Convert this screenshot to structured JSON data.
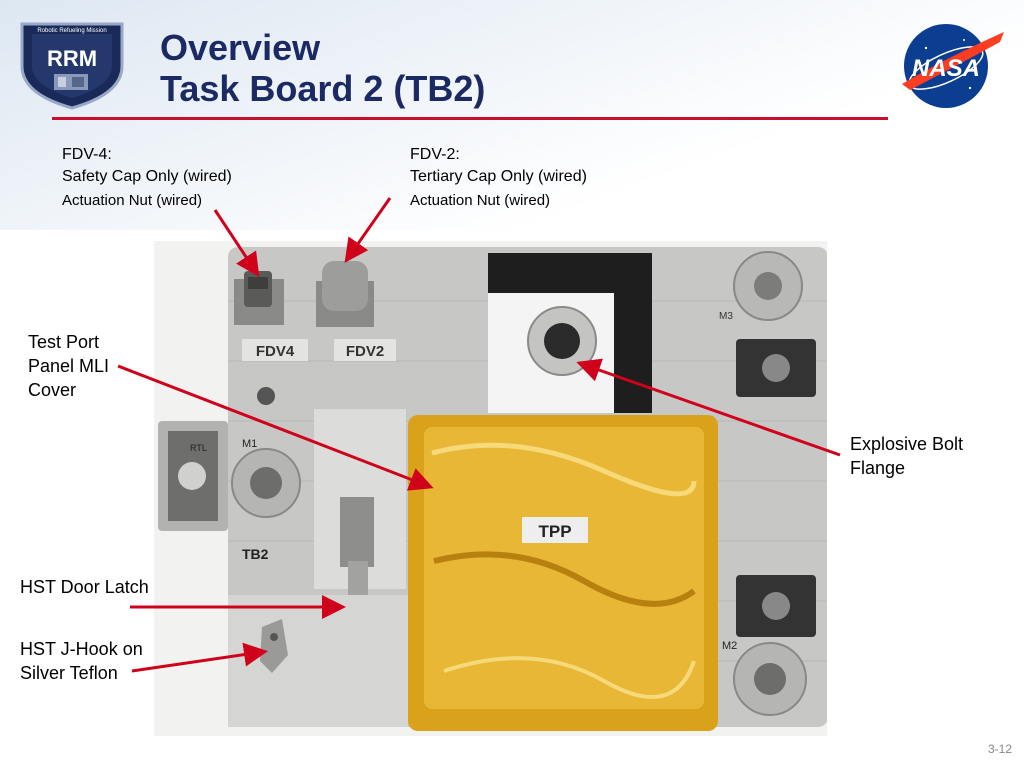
{
  "title": {
    "line1": "Overview",
    "line2": "Task Board 2 (TB2)"
  },
  "logos": {
    "rrm": {
      "name": "RRM",
      "ring_text": "Robotic Refueling Mission"
    },
    "nasa": {
      "name": "NASA"
    }
  },
  "callouts": {
    "fdv4": {
      "line1": "FDV-4:",
      "line2": "Safety Cap Only (wired)",
      "line3": "Actuation Nut (wired)"
    },
    "fdv2": {
      "line1": "FDV-2:",
      "line2": "Tertiary Cap Only (wired)",
      "line3": "Actuation Nut (wired)"
    },
    "test_port": {
      "line1": "Test Port",
      "line2": "Panel MLI",
      "line3": "Cover"
    },
    "explosive_bolt": {
      "line1": "Explosive Bolt",
      "line2": "Flange"
    },
    "door_latch": {
      "line1": "HST Door Latch"
    },
    "jhook": {
      "line1": "HST J-Hook on",
      "line2": "Silver Teflon"
    }
  },
  "board_labels": {
    "fdv4": "FDV4",
    "fdv2": "FDV2",
    "tpp": "TPP",
    "tb2": "TB2",
    "m1": "M1",
    "m2": "M2",
    "m3": "M3",
    "rtl": "RTL"
  },
  "page_number": "3-12",
  "colors": {
    "title": "#1c2a63",
    "accent": "#c8102e",
    "arrow": "#d0021b",
    "mli_gold": "#d9a21a"
  }
}
